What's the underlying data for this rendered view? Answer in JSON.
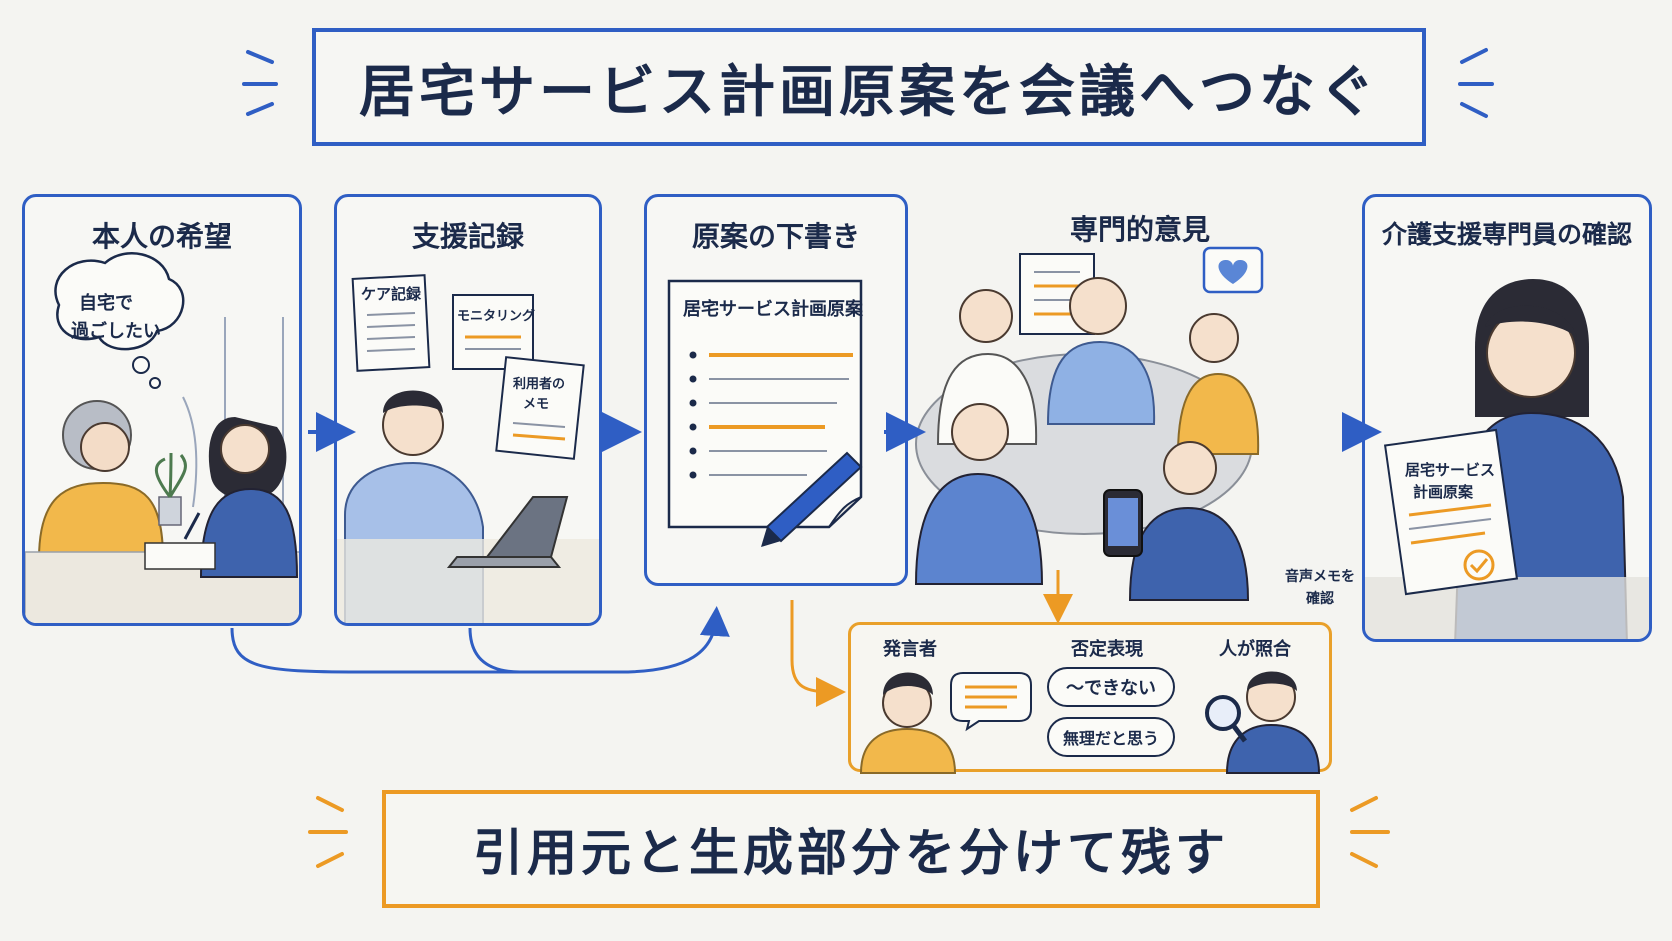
{
  "title": "居宅サービス計画原案を会議へつなぐ",
  "panels": [
    {
      "label": "本人の希望",
      "bubble_line1": "自宅で",
      "bubble_line2": "過ごしたい"
    },
    {
      "label": "支援記録",
      "doc1": "ケア記録",
      "doc2": "モニタリング",
      "doc3_line1": "利用者の",
      "doc3_line2": "メモ"
    },
    {
      "label": "原案の下書き",
      "doc_title": "居宅サービス計画原案"
    },
    {
      "label": "専門的意見",
      "note_line1": "音声メモを",
      "note_line2": "確認"
    },
    {
      "label": "介護支援専門員の確認",
      "doc_line1": "居宅サービス",
      "doc_line2": "計画原案"
    }
  ],
  "detail": {
    "speaker": "発言者",
    "negative": "否定表現",
    "human_check": "人が照合",
    "phrase1": "〜できない",
    "phrase2": "無理だと思う"
  },
  "bottom": "引用元と生成部分を分けて残す",
  "colors": {
    "blue": "#2f5ec4",
    "orange": "#ec9a24",
    "navy": "#1b2a4a"
  }
}
